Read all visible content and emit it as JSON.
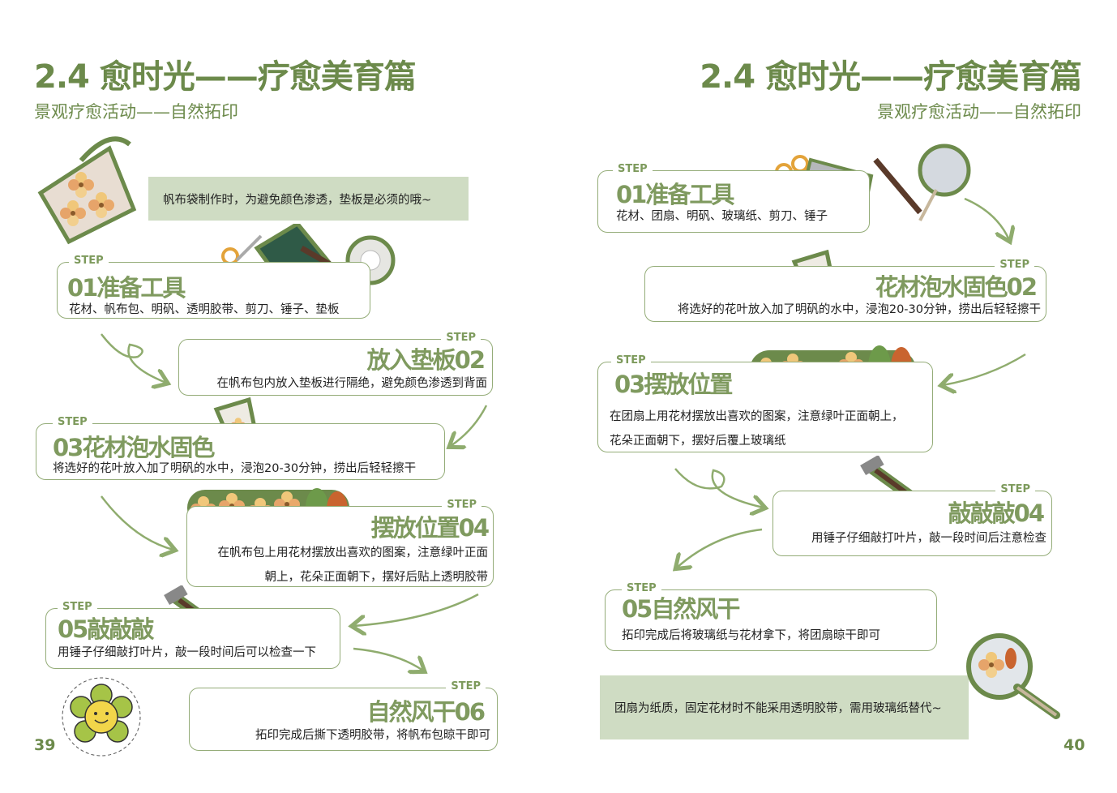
{
  "left": {
    "title": "2.4 愈时光——疗愈美育篇",
    "subtitle": "景观疗愈活动——自然拓印",
    "banner": "帆布袋制作时，为避免颜色渗透，垫板是必须的哦~",
    "step_label": "STEP",
    "steps": [
      {
        "title": "01准备工具",
        "desc": "花材、帆布包、明矾、透明胶带、剪刀、锤子、垫板"
      },
      {
        "title": "放入垫板02",
        "desc": "在帆布包内放入垫板进行隔绝，避免颜色渗透到背面"
      },
      {
        "title": "03花材泡水固色",
        "desc": "将选好的花叶放入加了明矾的水中，浸泡20-30分钟，捞出后轻轻擦干"
      },
      {
        "title": "摆放位置04",
        "desc": "在帆布包上用花材摆放出喜欢的图案，注意绿叶正面",
        "desc2": "朝上，花朵正面朝下，摆好后贴上透明胶带"
      },
      {
        "title": "05敲敲敲",
        "desc": "用锤子仔细敲打叶片，敲一段时间后可以检查一下"
      },
      {
        "title": "自然风干06",
        "desc": "拓印完成后撕下透明胶带，将帆布包晾干即可"
      }
    ],
    "page_number": "39"
  },
  "right": {
    "title": "2.4 愈时光——疗愈美育篇",
    "subtitle": "景观疗愈活动——自然拓印",
    "banner": "团扇为纸质，固定花材时不能采用透明胶带，需用玻璃纸替代~",
    "step_label": "STEP",
    "steps": [
      {
        "title": "01准备工具",
        "desc": "花材、团扇、明矾、玻璃纸、剪刀、锤子"
      },
      {
        "title": "花材泡水固色02",
        "desc": "将选好的花叶放入加了明矾的水中，浸泡20-30分钟，捞出后轻轻擦干"
      },
      {
        "title": "03摆放位置",
        "desc": "在团扇上用花材摆放出喜欢的图案，注意绿叶正面朝上，",
        "desc2": "花朵正面朝下，摆好后覆上玻璃纸"
      },
      {
        "title": "敲敲敲04",
        "desc": "用锤子仔细敲打叶片，敲一段时间后注意检查"
      },
      {
        "title": "05自然风干",
        "desc": "拓印完成后将玻璃纸与花材拿下，将团扇晾干即可"
      }
    ],
    "page_number": "40"
  },
  "colors": {
    "accent": "#6c8a4b",
    "border": "#94ac78",
    "banner": "#cfdcc3"
  }
}
